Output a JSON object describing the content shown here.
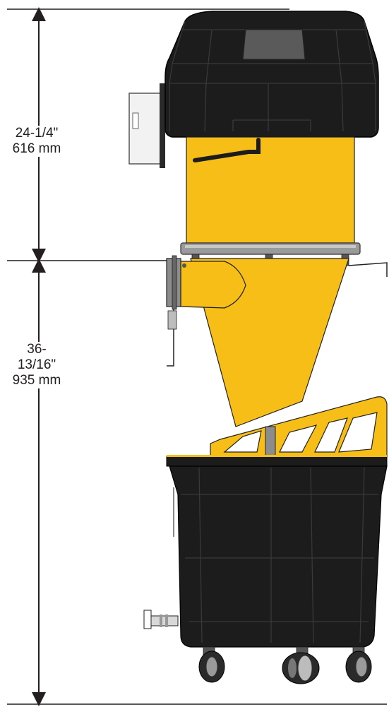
{
  "dimensions": {
    "upper": {
      "imperial": "24-1/4\"",
      "metric": "616 mm"
    },
    "lower": {
      "imperial_line1": "36-",
      "imperial_line2": "13/16\"",
      "metric": "935 mm"
    }
  },
  "colors": {
    "body_yellow": "#f6be17",
    "plastic_black": "#1c1c1c",
    "black_edge": "#3a3a3a",
    "gray_fitting": "#8c8c8c",
    "line": "#231f20"
  },
  "icons": [
    "dimension-arrow-icon",
    "caster-wheel-icon",
    "drain-valve-icon",
    "handle-icon"
  ]
}
